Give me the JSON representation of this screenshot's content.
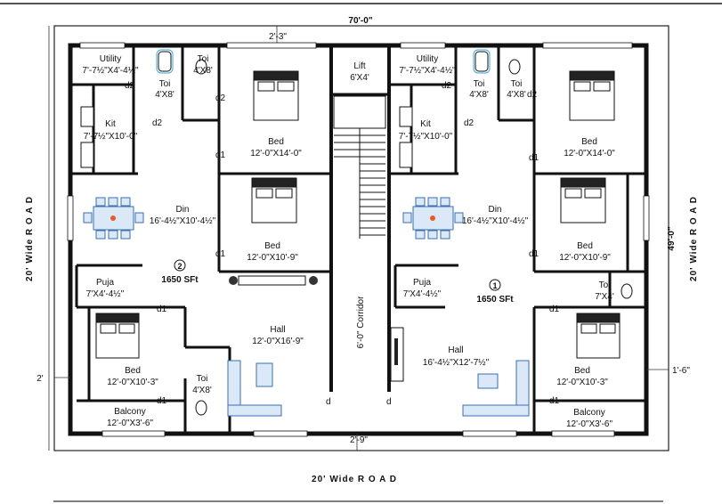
{
  "plan": {
    "overall_width": "70'-0\"",
    "overall_depth": "49'-0\"",
    "road_bottom": "20' Wide R O A D",
    "road_left": "20' Wide R O A D",
    "road_right": "20' Wide R O A D",
    "dim_top": "2'-3\"",
    "dim_bottom": "2'-9\"",
    "dim_left": "2'",
    "dim_right": "1'-6\"",
    "door_labels": {
      "d1": "d1",
      "d2": "d2",
      "d": "d"
    },
    "corridor": {
      "name": "6'-0\" Corridor"
    },
    "lift": {
      "name": "Lift",
      "size": "6'X4'"
    }
  },
  "units": {
    "left": {
      "number": "2",
      "area": "1650 SFt",
      "rooms": [
        {
          "name": "Utility",
          "size": "7'-7½\"X4'-4½\""
        },
        {
          "name": "Toi",
          "size": "4'X8'"
        },
        {
          "name": "Toi",
          "size": "4'X8'"
        },
        {
          "name": "Kit",
          "size": "7'-7½\"X10'-0\""
        },
        {
          "name": "Bed",
          "size": "12'-0\"X14'-0\""
        },
        {
          "name": "Din",
          "size": "16'-4½\"X10'-4½\""
        },
        {
          "name": "Bed",
          "size": "12'-0\"X10'-9\""
        },
        {
          "name": "Puja",
          "size": "7'X4'-4½\""
        },
        {
          "name": "Hall",
          "size": "12'-0\"X16'-9\""
        },
        {
          "name": "Bed",
          "size": "12'-0\"X10'-3\""
        },
        {
          "name": "Toi",
          "size": "4'X8'"
        },
        {
          "name": "Balcony",
          "size": "12'-0\"X3'-6\""
        }
      ]
    },
    "right": {
      "number": "1",
      "area": "1650 SFt",
      "rooms": [
        {
          "name": "Utility",
          "size": "7'-7½\"X4'-4½\""
        },
        {
          "name": "Toi",
          "size": "4'X8'"
        },
        {
          "name": "Toi",
          "size": "4'X8'"
        },
        {
          "name": "Kit",
          "size": "7'-7½\"X10'-0\""
        },
        {
          "name": "Bed",
          "size": "12'-0\"X14'-0\""
        },
        {
          "name": "Din",
          "size": "16'-4½\"X10'-4½\""
        },
        {
          "name": "Bed",
          "size": "12'-0\"X10'-9\""
        },
        {
          "name": "Puja",
          "size": "7'X4'-4½\""
        },
        {
          "name": "Toi",
          "size": "7'X4'"
        },
        {
          "name": "Hall",
          "size": "16'-4½\"X12'-7½\""
        },
        {
          "name": "Bed",
          "size": "12'-0\"X10'-3\""
        },
        {
          "name": "Balcony",
          "size": "12'-0\"X3'-6\""
        }
      ]
    }
  }
}
